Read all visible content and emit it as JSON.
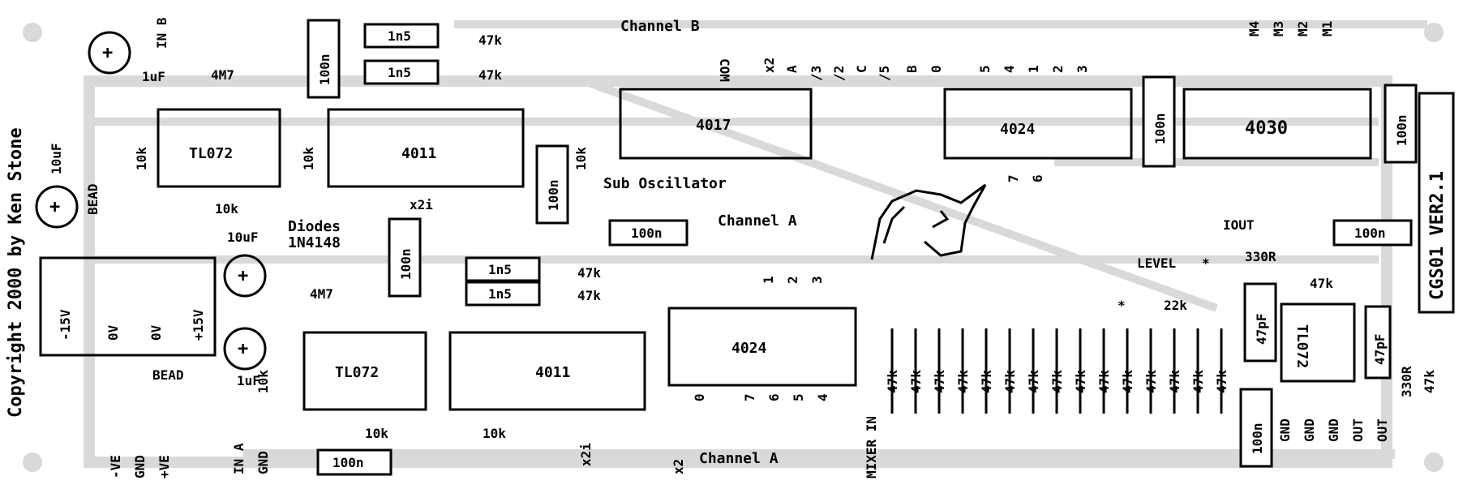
{
  "title_box": "CGS01 VER2.1",
  "copyright": "Copyright 2000 by Ken Stone",
  "channels": {
    "channel_b": "Channel B",
    "channel_a_top": "Channel A",
    "channel_a_bottom": "Channel A"
  },
  "sub_oscillator": "Sub Oscillator",
  "diodes": {
    "title": "Diodes",
    "part": "1N4148"
  },
  "ics": {
    "tl072_top": "TL072",
    "tl072_bottom": "TL072",
    "tl072_right": "TL072",
    "ic4011_top": "4011",
    "ic4011_bottom": "4011",
    "ic4017": "4017",
    "ic4024_top": "4024",
    "ic4024_bottom": "4024",
    "ic4030": "4030"
  },
  "components": {
    "c1n5": "1n5",
    "r47k": "47k",
    "r4m7": "4M7",
    "r10k": "10k",
    "c100n": "100n",
    "c1uf": "1uF",
    "c10uf": "10uF",
    "bead": "BEAD",
    "r22k": "22k",
    "r330": "330R",
    "c47pf": "47pF"
  },
  "labels": {
    "in_b": "IN B",
    "in_a": "IN A",
    "gnd": "GND",
    "minus_ve": "-VE",
    "plus_ve": "+VE",
    "x2i": "x2i",
    "x2": "x2",
    "com": "COM",
    "iout": "IOUT",
    "level": "LEVEL",
    "star": "*",
    "mixer_in": "MIXER IN",
    "out": "OUT",
    "div3": "/3",
    "div2": "/2",
    "div5": "/5",
    "c": "C",
    "b": "B",
    "a": "A"
  },
  "power": {
    "m15v": "-15V",
    "zero1": "0V",
    "zero2": "0V",
    "p15v": "+15V"
  },
  "modes": [
    "M4",
    "M3",
    "M2",
    "M1"
  ],
  "top_numbers": [
    "0",
    "5",
    "4",
    "1",
    "2",
    "3"
  ],
  "mid_numbers": [
    "7",
    "6"
  ],
  "chan_a_numbers": [
    "1",
    "2",
    "3"
  ],
  "bottom_numbers": [
    "0",
    "7",
    "6",
    "5",
    "4"
  ],
  "mixer_resistor_count": 15
}
